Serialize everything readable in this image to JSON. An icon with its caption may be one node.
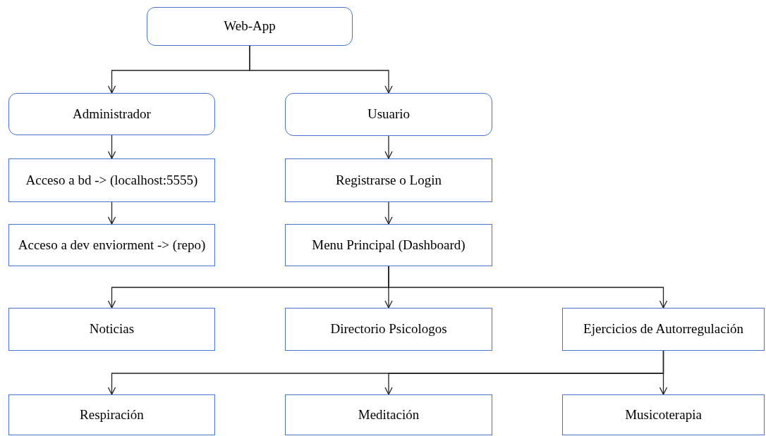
{
  "diagram": {
    "nodes": [
      {
        "text": [
          "Web-App"
        ]
      },
      {
        "text": [
          "Administrador"
        ]
      },
      {
        "text": [
          "Usuario"
        ]
      },
      {
        "text": [
          "Acceso a bd -> (localhost:5555)"
        ]
      },
      {
        "text": [
          "Registrarse o Login"
        ]
      },
      {
        "text": [
          "Acceso a dev enviorment -> (repo)"
        ]
      },
      {
        "text": [
          "Menu Principal (Dashboard)"
        ]
      },
      {
        "text": [
          "Noticias"
        ]
      },
      {
        "text": [
          "Directorio Psicologos"
        ]
      },
      {
        "text": [
          "Ejercicios de Autorregulación"
        ]
      },
      {
        "text": [
          "Respiración"
        ]
      },
      {
        "text": [
          "Meditación"
        ]
      },
      {
        "text": [
          "Musicoterapia"
        ]
      }
    ],
    "edges": [
      {
        "from": 0,
        "to": 1,
        "arrow": "to"
      },
      {
        "from": 0,
        "to": 2,
        "arrow": "to"
      },
      {
        "from": 1,
        "to": 3,
        "arrow": "to"
      },
      {
        "from": 3,
        "to": 5,
        "arrow": "to"
      },
      {
        "from": 2,
        "to": 4,
        "arrow": "to"
      },
      {
        "from": 4,
        "to": 6,
        "arrow": "to"
      },
      {
        "from": 6,
        "to": 7,
        "arrow": "to"
      },
      {
        "from": 6,
        "to": 8,
        "arrow": "to"
      },
      {
        "from": 6,
        "to": 9,
        "arrow": "to"
      },
      {
        "from": 9,
        "to": 10,
        "arrow": "to"
      },
      {
        "from": 9,
        "to": 11,
        "arrow": "to"
      },
      {
        "from": 9,
        "to": 12,
        "arrow": "to"
      }
    ]
  }
}
